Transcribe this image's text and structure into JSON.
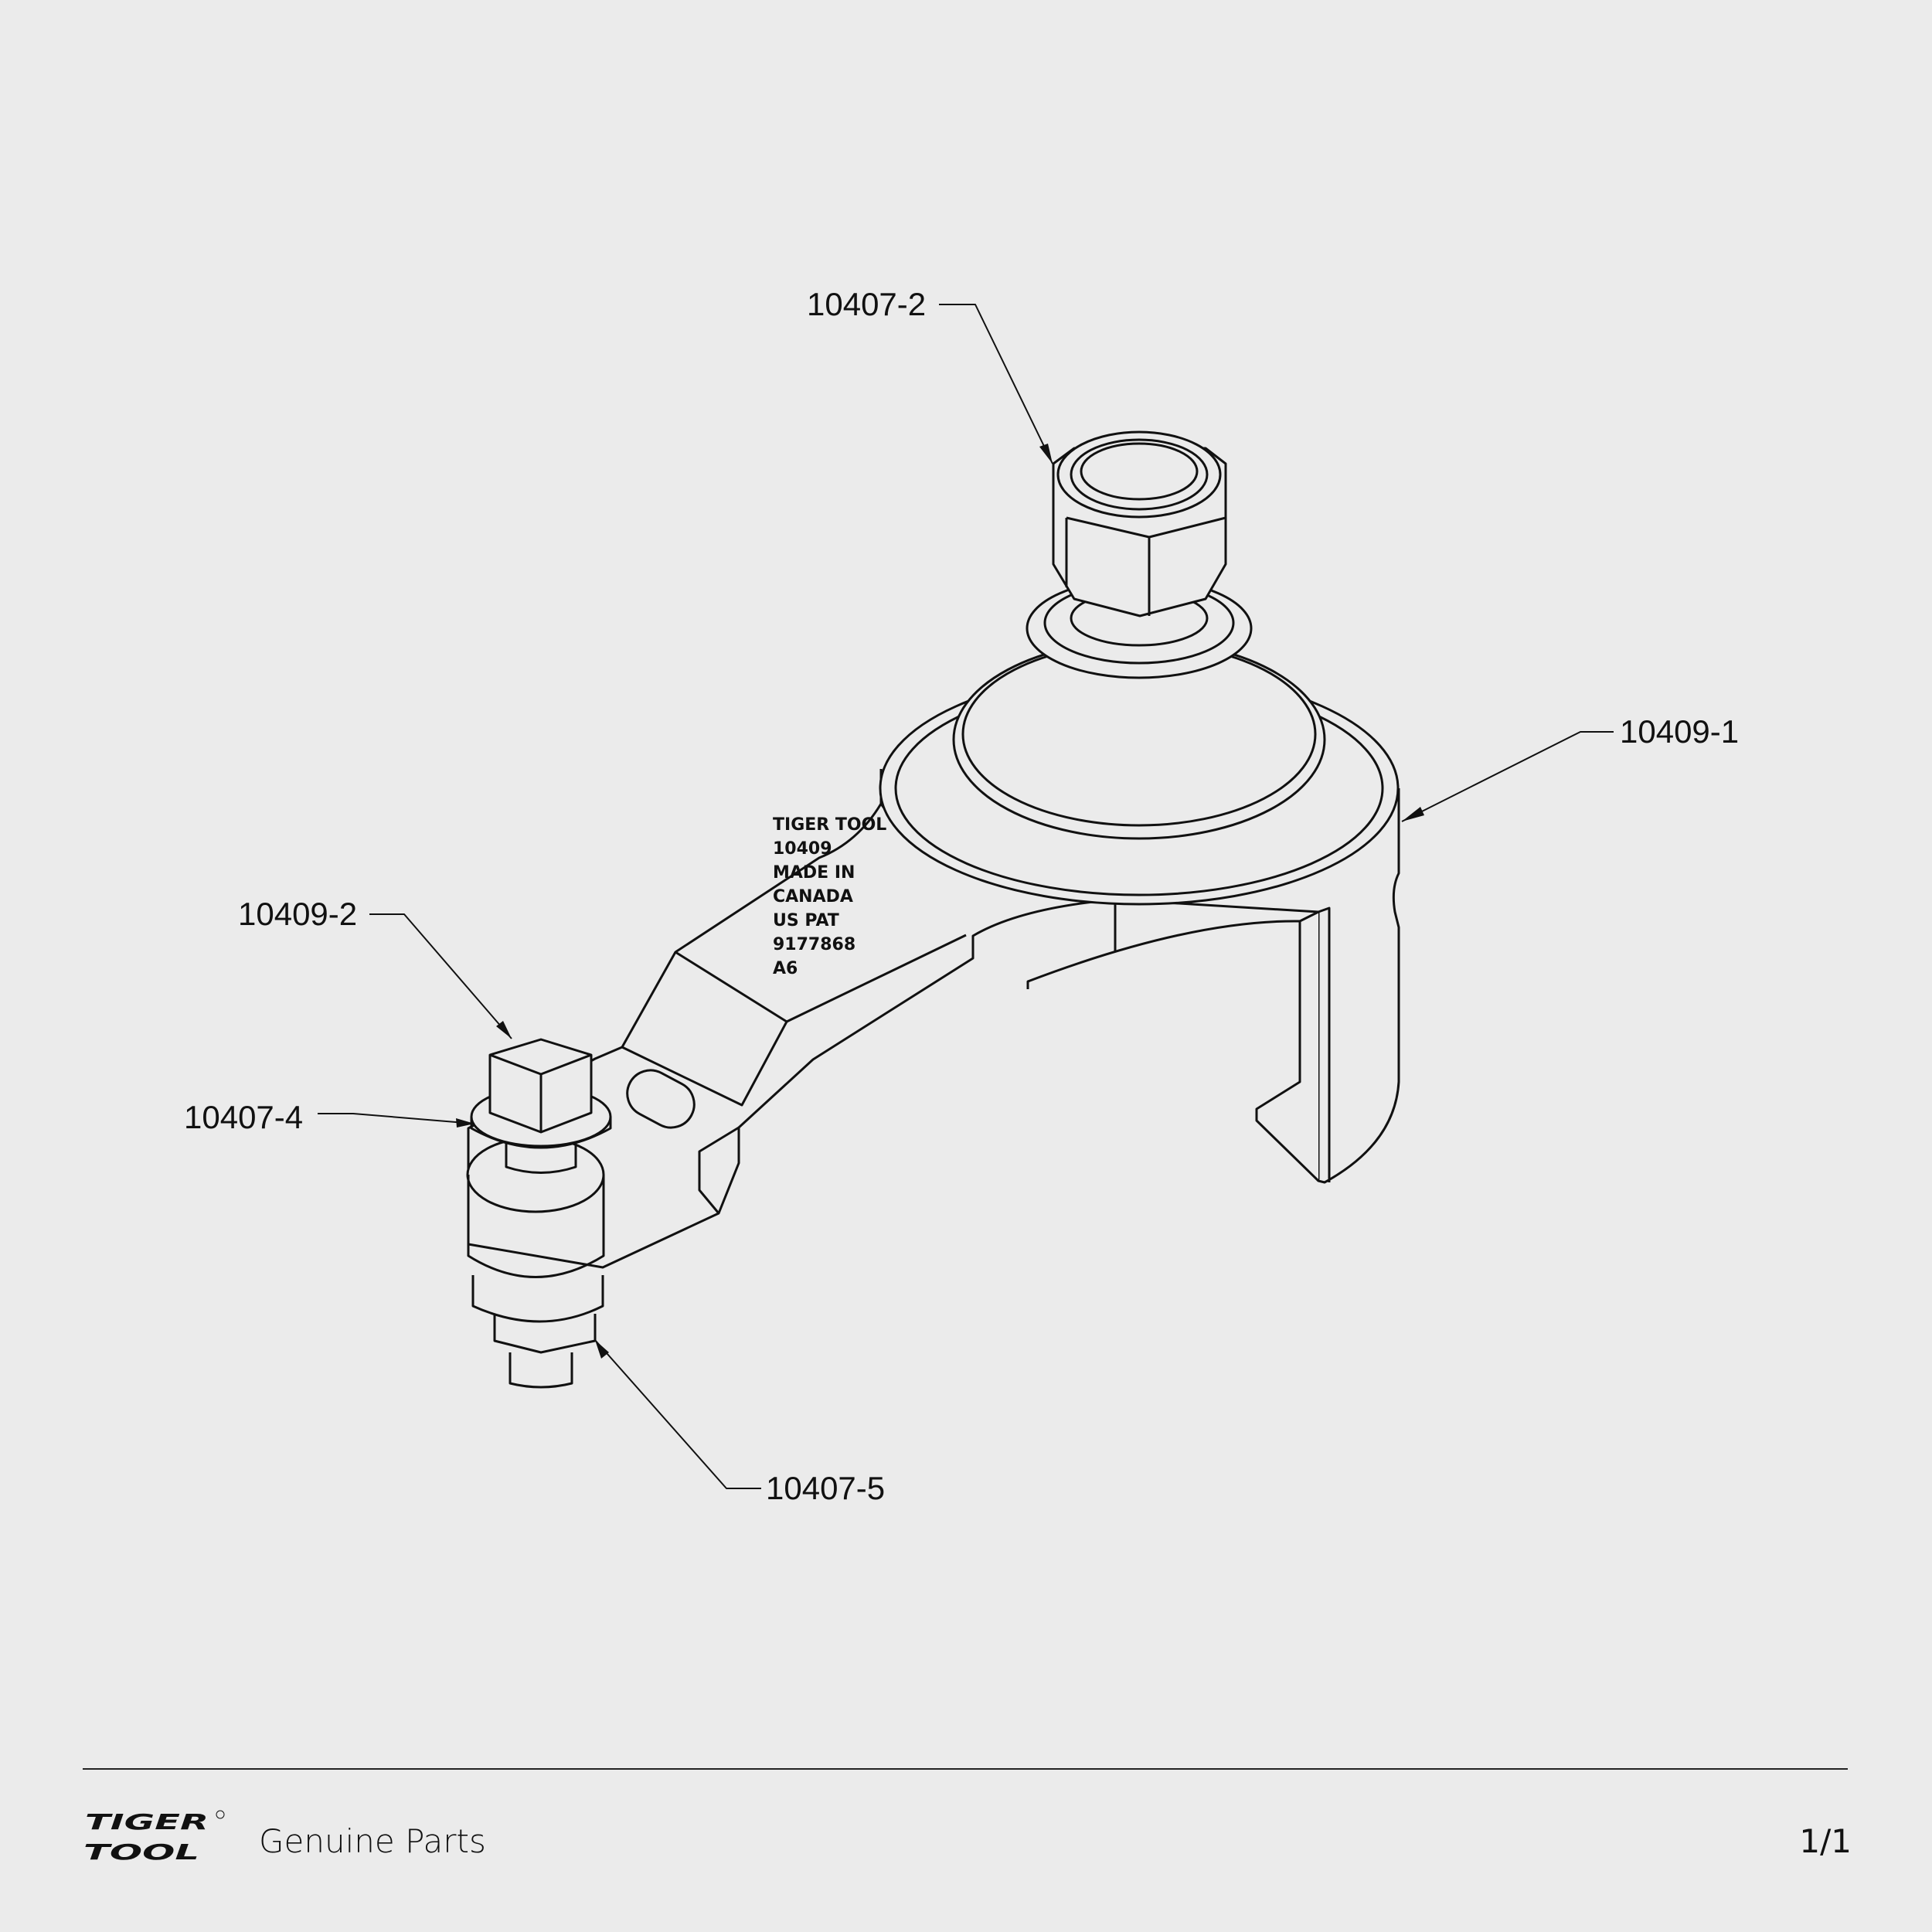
{
  "callouts": {
    "nut_top": "10407-2",
    "body": "10409-1",
    "bolt": "10409-2",
    "washer": "10407-4",
    "nut_bottom": "10407-5"
  },
  "engraving": [
    "TIGER TOOL",
    "10409",
    "MADE IN",
    "CANADA",
    "US PAT",
    "9177868",
    "A6"
  ],
  "footer": {
    "logo_text": "TIGER TOOL",
    "tagline": "Genuine Parts",
    "page": "1/1"
  }
}
